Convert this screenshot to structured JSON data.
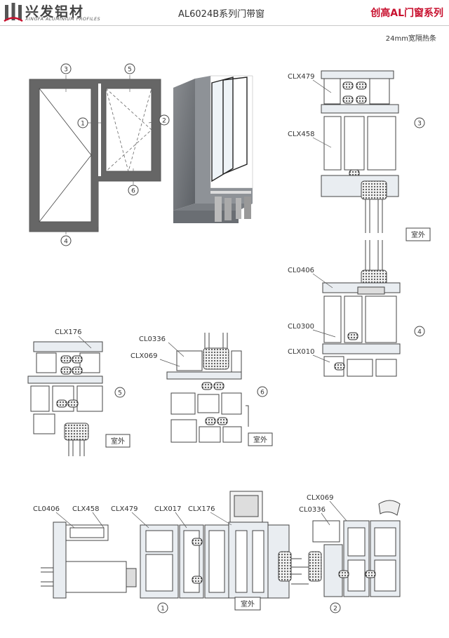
{
  "brand": {
    "name": "兴发铝材",
    "subtitle": "XINGFA ALUMINIUM PROFILES",
    "color": "#c8102e"
  },
  "title": "AL6024B系列门带窗",
  "series": "创高AL门窗系列",
  "spec": "24mm宽隔热条",
  "outdoor": "室外",
  "callouts": {
    "n1": "1",
    "n2": "2",
    "n3": "3",
    "n4": "4",
    "n5": "5",
    "n6": "6"
  },
  "parts": {
    "clx479": "CLX479",
    "clx458": "CLX458",
    "cl0406": "CL0406",
    "cl0300": "CL0300",
    "clx010": "CLX010",
    "clx176": "CLX176",
    "cl0336": "CL0336",
    "clx069": "CLX069",
    "clx017": "CLX017"
  }
}
